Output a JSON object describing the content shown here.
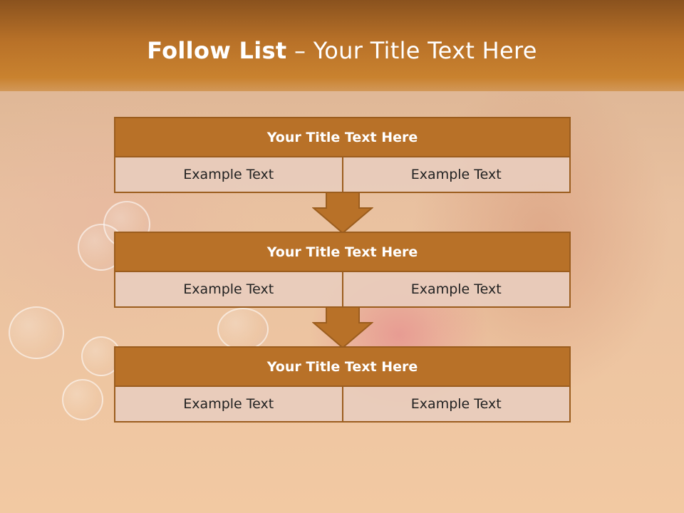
{
  "slide": {
    "title_bold": "Follow List",
    "title_rest": "– Your Title Text Here"
  },
  "blocks": [
    {
      "title": "Your Title Text Here",
      "cells": [
        "Example Text",
        "Example Text"
      ]
    },
    {
      "title": "Your Title Text Here",
      "cells": [
        "Example Text",
        "Example Text"
      ]
    },
    {
      "title": "Your Title Text Here",
      "cells": [
        "Example Text",
        "Example Text"
      ]
    }
  ],
  "colors": {
    "header": "#b87128",
    "block_title": "#b87128",
    "block_border": "#9b5d1e",
    "cell_background": "#e8cdbe"
  },
  "icons": [
    "down-arrow-icon",
    "down-arrow-icon"
  ]
}
